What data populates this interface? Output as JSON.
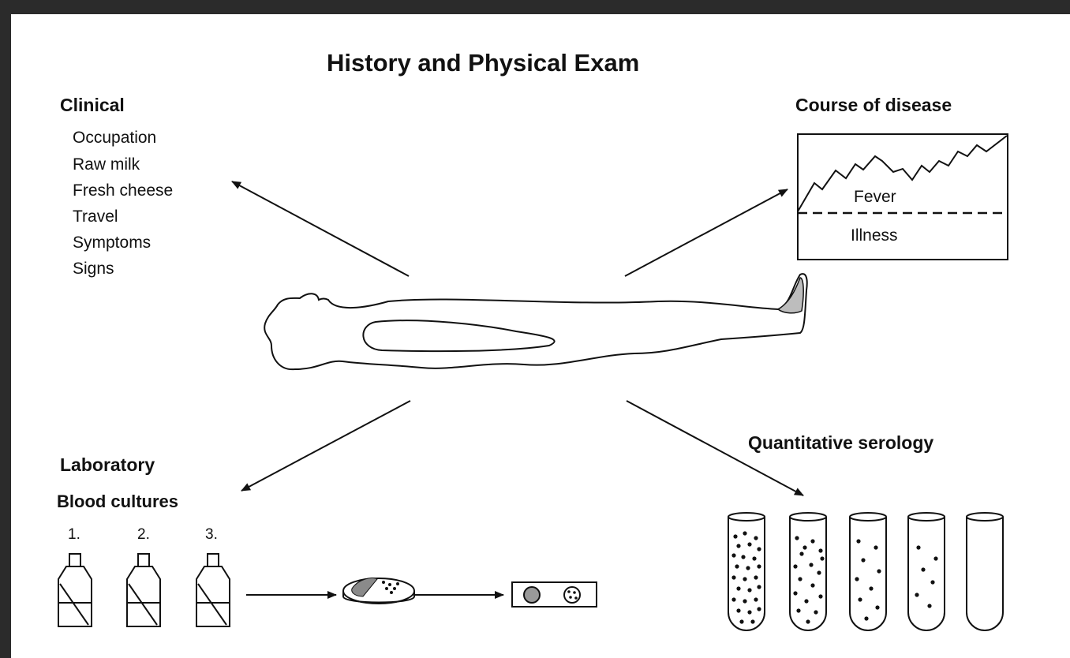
{
  "title": "History and Physical Exam",
  "clinical": {
    "heading": "Clinical",
    "items": [
      "Occupation",
      "Raw milk",
      "Fresh cheese",
      "Travel",
      "Symptoms",
      "Signs"
    ]
  },
  "course": {
    "heading": "Course of disease",
    "fever_label": "Fever",
    "illness_label": "Illness"
  },
  "laboratory": {
    "heading": "Laboratory",
    "sub_heading": "Blood cultures",
    "bottle_numbers": [
      "1.",
      "2.",
      "3."
    ]
  },
  "serology": {
    "heading": "Quantitative serology"
  }
}
